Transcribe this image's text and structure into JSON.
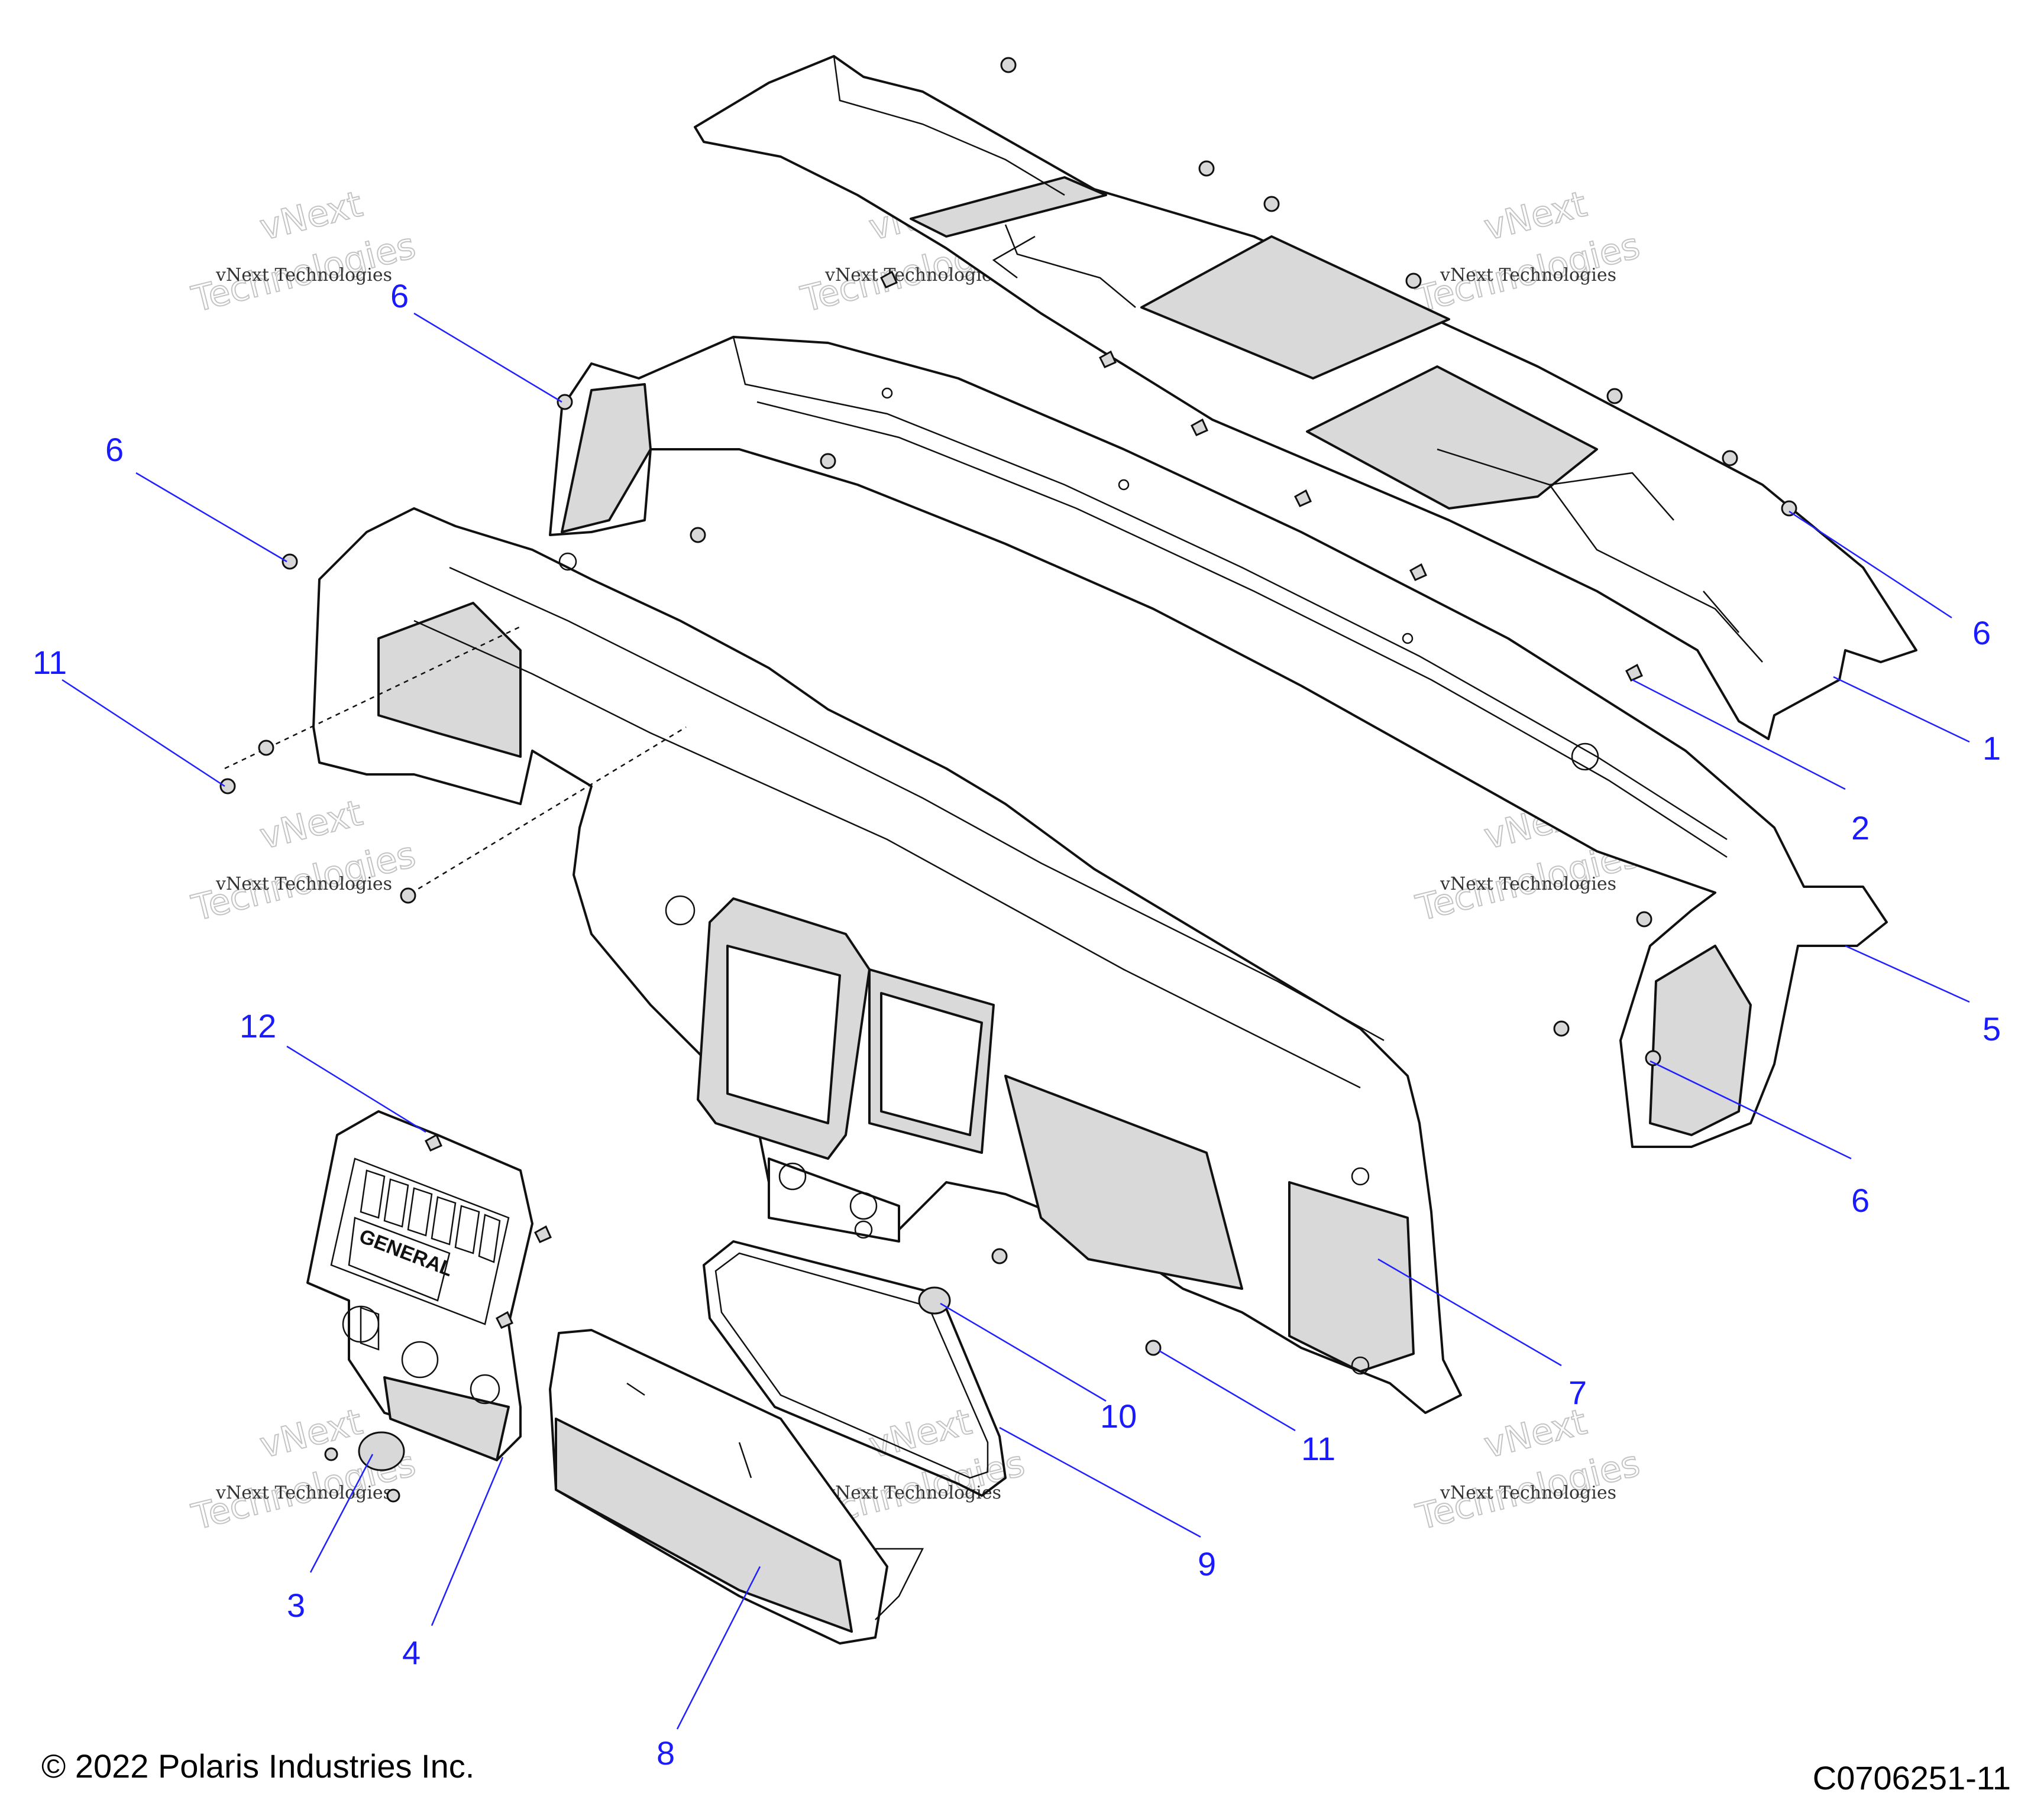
{
  "watermark": {
    "line1": "vNext Technologies",
    "line2": "vNext",
    "line3": "Technologies"
  },
  "callouts": [
    {
      "id": "c1",
      "label": "1"
    },
    {
      "id": "c2",
      "label": "2"
    },
    {
      "id": "c3",
      "label": "3"
    },
    {
      "id": "c4",
      "label": "4"
    },
    {
      "id": "c5",
      "label": "5"
    },
    {
      "id": "c6a",
      "label": "6"
    },
    {
      "id": "c6b",
      "label": "6"
    },
    {
      "id": "c6c",
      "label": "6"
    },
    {
      "id": "c6d",
      "label": "6"
    },
    {
      "id": "c7",
      "label": "7"
    },
    {
      "id": "c8",
      "label": "8"
    },
    {
      "id": "c9",
      "label": "9"
    },
    {
      "id": "c10",
      "label": "10"
    },
    {
      "id": "c11a",
      "label": "11"
    },
    {
      "id": "c11b",
      "label": "11"
    },
    {
      "id": "c12",
      "label": "12"
    }
  ],
  "badge_text": "GENERAL",
  "footer": {
    "copyright": "© 2022 Polaris Industries Inc.",
    "diagram_code": "C0706251-11"
  },
  "colors": {
    "callout": "#1a1aff",
    "part_fill": "#ffffff",
    "shade_fill": "#d9d9d9"
  }
}
